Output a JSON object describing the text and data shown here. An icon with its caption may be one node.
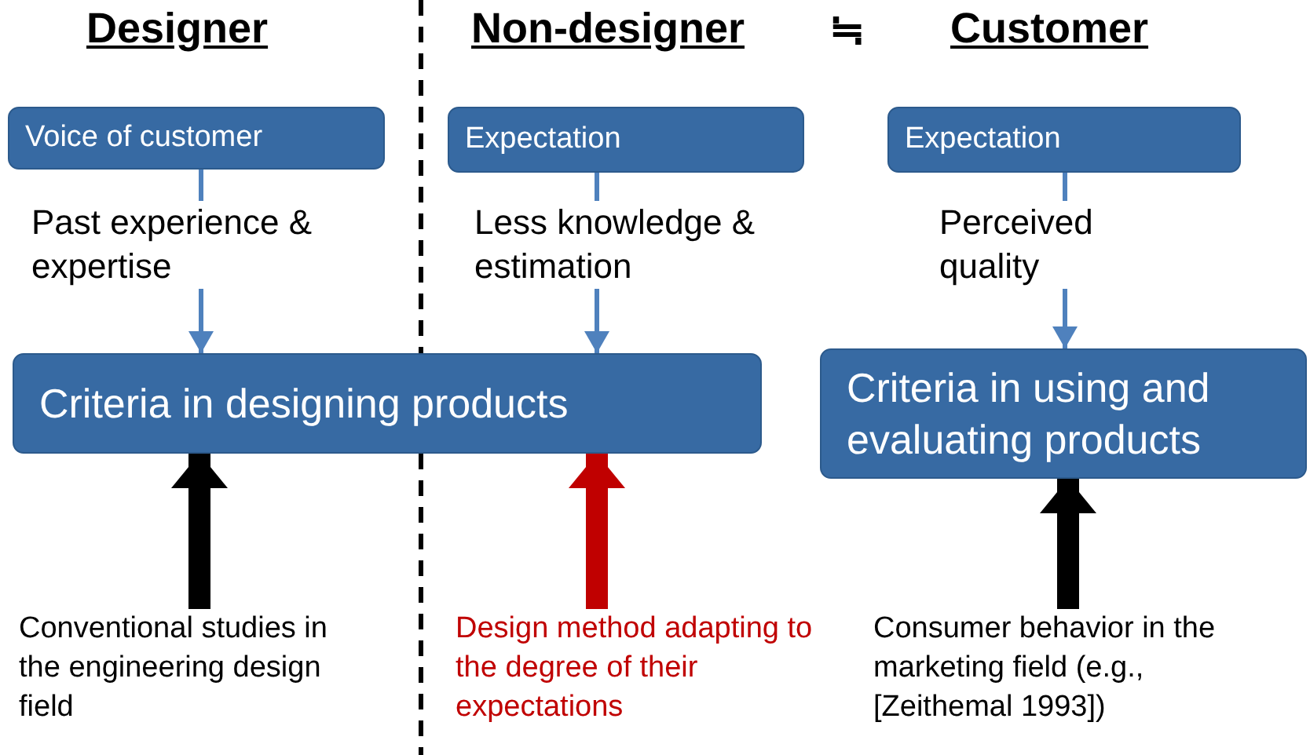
{
  "diagram": {
    "nodes": [
      {
        "text": [
          "Voice of customer"
        ]
      },
      {
        "text": [
          "Expectation"
        ]
      },
      {
        "text": [
          "Expectation"
        ]
      },
      {
        "text": [
          "Criteria in designing products"
        ]
      },
      {
        "text": [
          "Criteria in using and evaluating products"
        ]
      },
      {
        "text": [
          "Conventional studies in the engineering design field"
        ]
      },
      {
        "text": [
          "Design method adapting to the degree of their expectations"
        ]
      },
      {
        "text": [
          "Consumer behavior in the marketing field (e.g., [Zeithemal 1993])"
        ]
      }
    ],
    "edges": [
      {
        "from": 0,
        "to": 3,
        "arrow": "to",
        "label": "Past experience & expertise"
      },
      {
        "from": 1,
        "to": 3,
        "arrow": "to",
        "label": "Less knowledge & estimation"
      },
      {
        "from": 2,
        "to": 4,
        "arrow": "to",
        "label": "Perceived quality"
      },
      {
        "from": 5,
        "to": 3,
        "arrow": "to",
        "style": "thick",
        "color": "#000000"
      },
      {
        "from": 6,
        "to": 3,
        "arrow": "to",
        "style": "thick",
        "color": "#c00000"
      },
      {
        "from": 7,
        "to": 4,
        "arrow": "to",
        "style": "thick",
        "color": "#000000"
      }
    ],
    "labels": [
      "Designer",
      "Non-designer",
      "≒",
      "Customer"
    ]
  }
}
